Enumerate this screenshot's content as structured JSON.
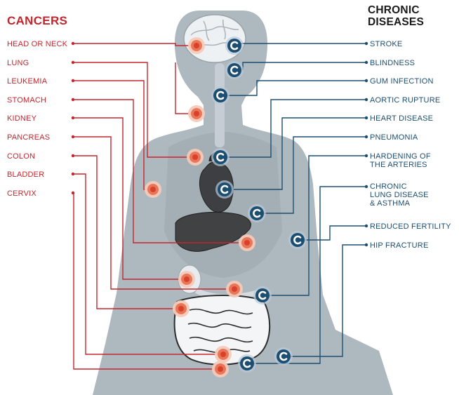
{
  "colors": {
    "cancer": "#c4262e",
    "chronic": "#1c4e72",
    "body": "#aeb8bf",
    "body_dark": "#8f9aa2",
    "organ": "#3a3a3a"
  },
  "cancers": {
    "heading": "CANCERS",
    "items": [
      {
        "label": "HEAD OR NECK"
      },
      {
        "label": "LUNG"
      },
      {
        "label": "LEUKEMIA"
      },
      {
        "label": "STOMACH"
      },
      {
        "label": "KIDNEY"
      },
      {
        "label": "PANCREAS"
      },
      {
        "label": "COLON"
      },
      {
        "label": "BLADDER"
      },
      {
        "label": "CERVIX"
      }
    ]
  },
  "chronic": {
    "heading_line1": "CHRONIC",
    "heading_line2": "DISEASES",
    "items": [
      {
        "line1": "STROKE",
        "line2": "",
        "line3": ""
      },
      {
        "line1": "BLINDNESS",
        "line2": "",
        "line3": ""
      },
      {
        "line1": "GUM INFECTION",
        "line2": "",
        "line3": ""
      },
      {
        "line1": "AORTIC RUPTURE",
        "line2": "",
        "line3": ""
      },
      {
        "line1": "HEART DISEASE",
        "line2": "",
        "line3": ""
      },
      {
        "line1": "PNEUMONIA",
        "line2": "",
        "line3": ""
      },
      {
        "line1": "HARDENING OF",
        "line2": "THE ARTERIES",
        "line3": ""
      },
      {
        "line1": "CHRONIC",
        "line2": "LUNG DISEASE",
        "line3": "& ASTHMA"
      },
      {
        "line1": "REDUCED FERTILITY",
        "line2": "",
        "line3": ""
      },
      {
        "line1": "HIP FRACTURE",
        "line2": "",
        "line3": ""
      }
    ]
  }
}
